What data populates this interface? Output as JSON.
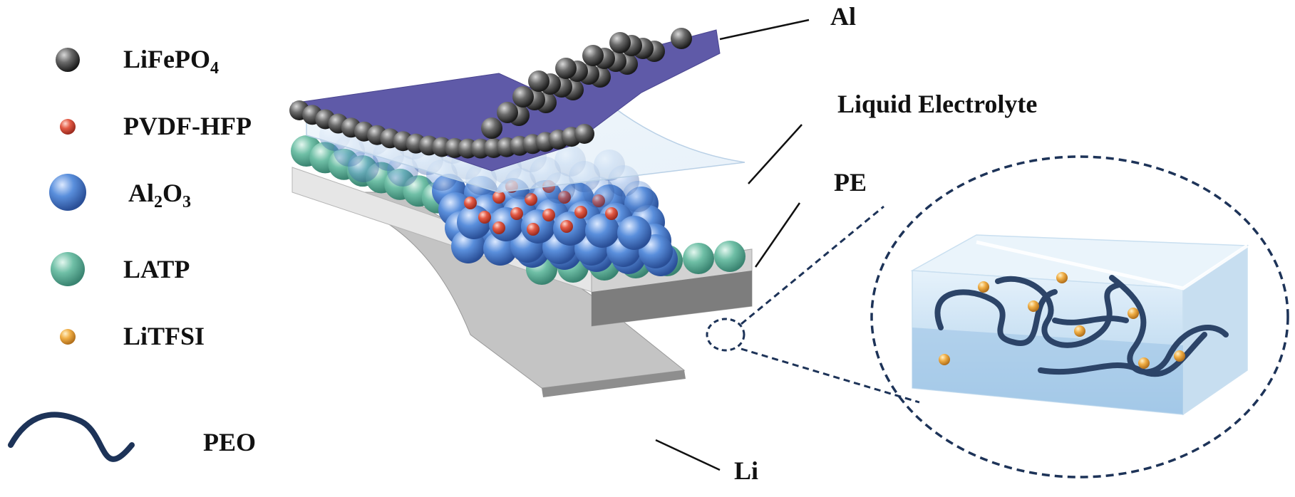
{
  "legend": [
    {
      "key": "lifepo4",
      "base": "LiFePO",
      "sub": "4",
      "tail": "",
      "color": "#3a3a3a"
    },
    {
      "key": "pvdf",
      "base": "PVDF-HFP",
      "sub": "",
      "tail": "",
      "color": "#e0493b"
    },
    {
      "key": "al2o3",
      "base": "Al",
      "sub": "2",
      "tail": "O",
      "sub2": "3",
      "color": "#4d7fcf"
    },
    {
      "key": "latp",
      "base": "LATP",
      "sub": "",
      "tail": "",
      "color": "#5fb39a"
    },
    {
      "key": "litfsi",
      "base": "LiTFSI",
      "sub": "",
      "tail": "",
      "color": "#e7a13c"
    },
    {
      "key": "peo",
      "base": "PEO",
      "sub": "",
      "tail": "",
      "color": "#1d3358"
    }
  ],
  "layer_labels": {
    "al": "Al",
    "liquid_electrolyte": "Liquid Electrolyte",
    "pe": "PE",
    "li": "Li"
  },
  "colors": {
    "al_foil": "#5f5aa8",
    "pe_layer": "#c9c9c9",
    "li_foil": "#b9b9b9",
    "zoom_outline": "#1d3358",
    "zoom_box": "#bcd9ee"
  }
}
